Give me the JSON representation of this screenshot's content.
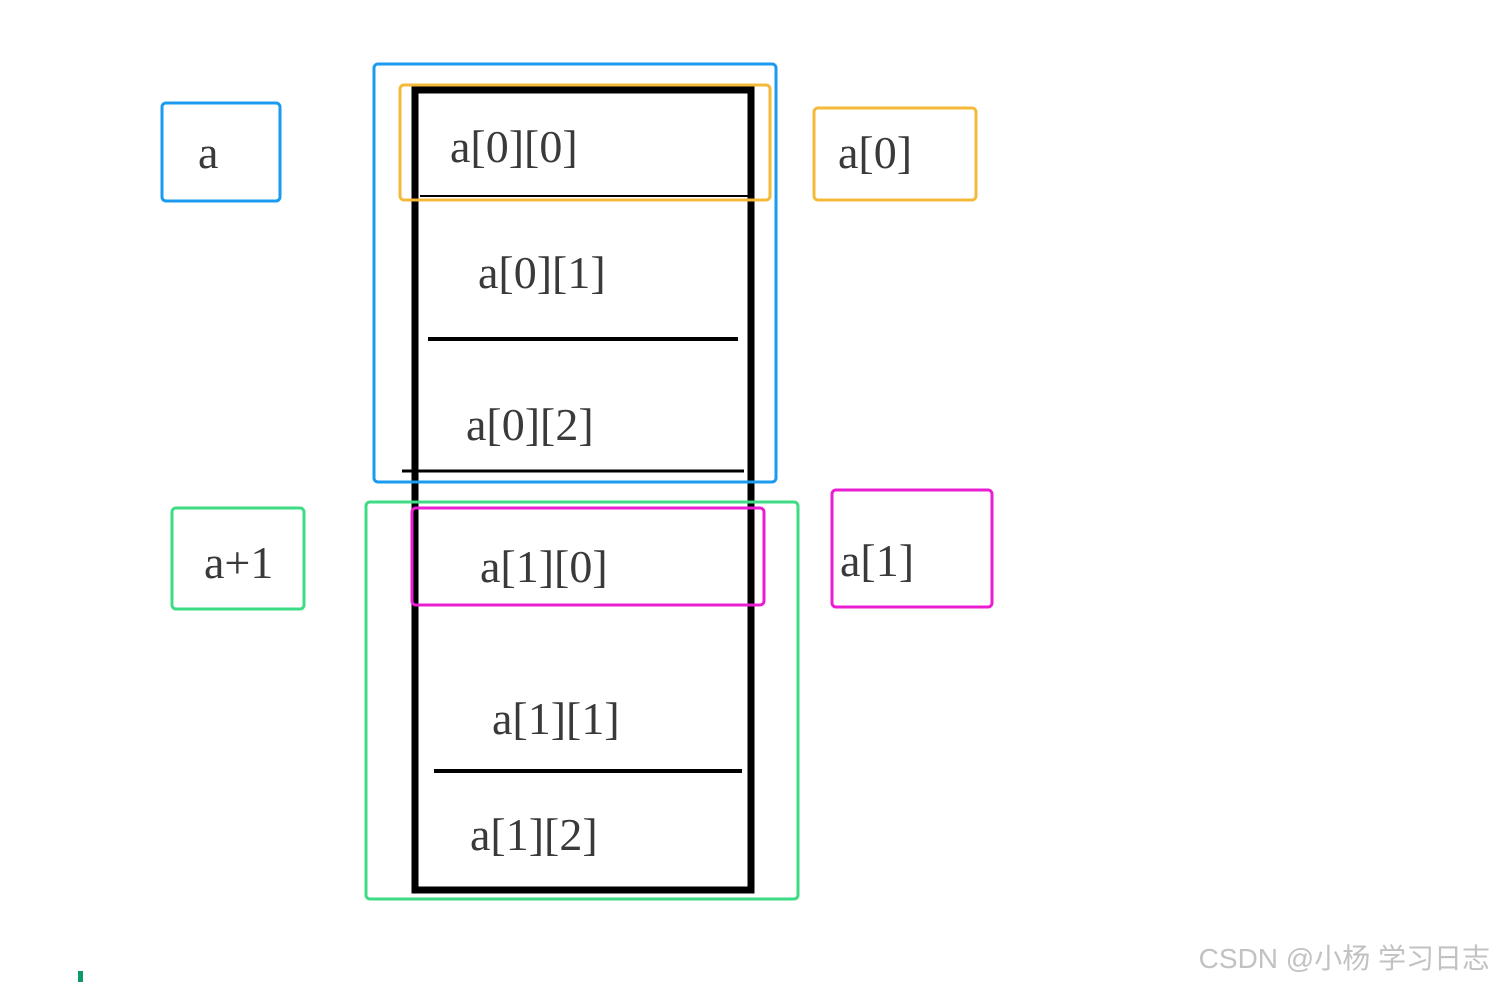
{
  "labels": {
    "a": "a",
    "a_plus_1": "a+1",
    "a0": "a[0]",
    "a1": "a[1]"
  },
  "cells": [
    "a[0][0]",
    "a[0][1]",
    "a[0][2]",
    "a[1][0]",
    "a[1][1]",
    "a[1][2]"
  ],
  "watermark": "CSDN @小杨 学习日志",
  "colors": {
    "blue": "#1a9bf0",
    "orange": "#f5b93a",
    "green": "#3ddc84",
    "magenta": "#e91ed2",
    "border": "#000000",
    "accent_mark": "#0e9b6c"
  }
}
